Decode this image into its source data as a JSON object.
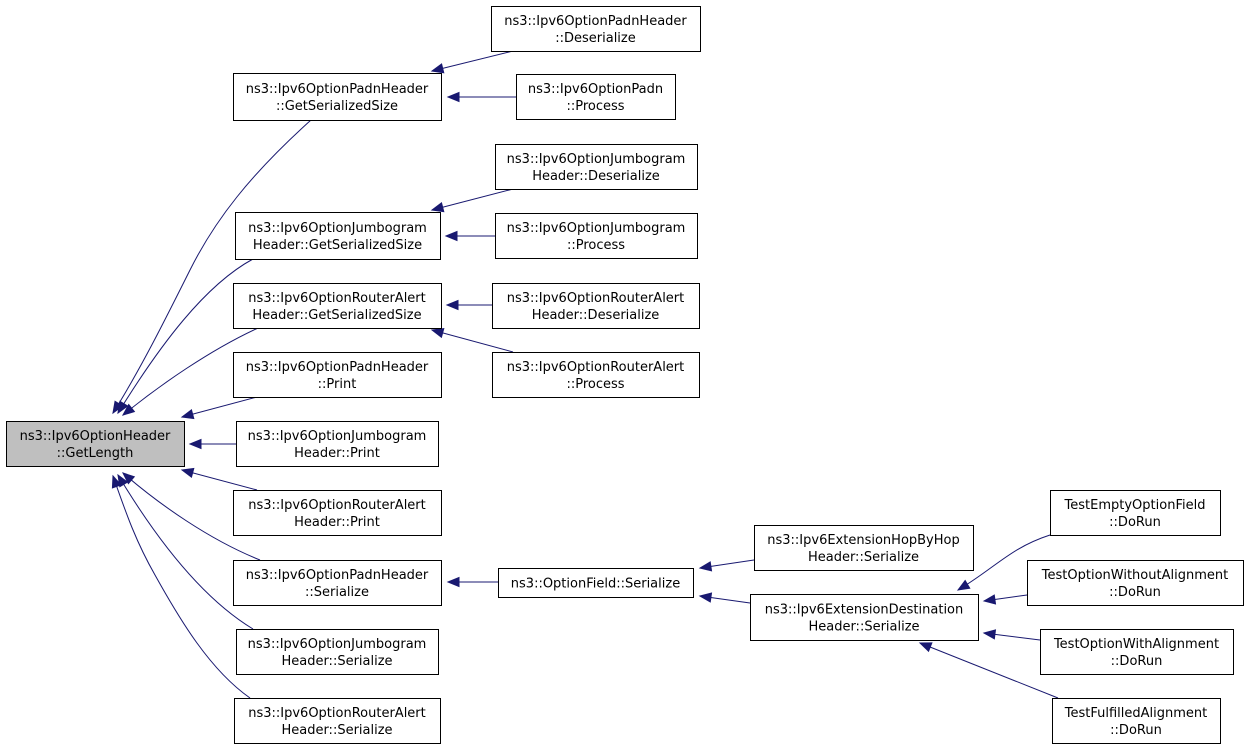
{
  "diagram": {
    "nodes": [
      {
        "id": "root",
        "lines": [
          "ns3::Ipv6OptionHeader",
          "::GetLength"
        ],
        "highlighted": true
      },
      {
        "id": "padn_gss",
        "lines": [
          "ns3::Ipv6OptionPadnHeader",
          "::GetSerializedSize"
        ]
      },
      {
        "id": "padn_deser",
        "lines": [
          "ns3::Ipv6OptionPadnHeader",
          "::Deserialize"
        ]
      },
      {
        "id": "padn_process",
        "lines": [
          "ns3::Ipv6OptionPadn",
          "::Process"
        ]
      },
      {
        "id": "jumbo_deser",
        "lines": [
          "ns3::Ipv6OptionJumbogram",
          "Header::Deserialize"
        ]
      },
      {
        "id": "jumbo_gss",
        "lines": [
          "ns3::Ipv6OptionJumbogram",
          "Header::GetSerializedSize"
        ]
      },
      {
        "id": "jumbo_process",
        "lines": [
          "ns3::Ipv6OptionJumbogram",
          "::Process"
        ]
      },
      {
        "id": "ra_gss",
        "lines": [
          "ns3::Ipv6OptionRouterAlert",
          "Header::GetSerializedSize"
        ]
      },
      {
        "id": "ra_deser",
        "lines": [
          "ns3::Ipv6OptionRouterAlert",
          "Header::Deserialize"
        ]
      },
      {
        "id": "ra_process",
        "lines": [
          "ns3::Ipv6OptionRouterAlert",
          "::Process"
        ]
      },
      {
        "id": "padn_print",
        "lines": [
          "ns3::Ipv6OptionPadnHeader",
          "::Print"
        ]
      },
      {
        "id": "jumbo_print",
        "lines": [
          "ns3::Ipv6OptionJumbogram",
          "Header::Print"
        ]
      },
      {
        "id": "ra_print",
        "lines": [
          "ns3::Ipv6OptionRouterAlert",
          "Header::Print"
        ]
      },
      {
        "id": "padn_ser",
        "lines": [
          "ns3::Ipv6OptionPadnHeader",
          "::Serialize"
        ]
      },
      {
        "id": "jumbo_ser",
        "lines": [
          "ns3::Ipv6OptionJumbogram",
          "Header::Serialize"
        ]
      },
      {
        "id": "ra_ser",
        "lines": [
          "ns3::Ipv6OptionRouterAlert",
          "Header::Serialize"
        ]
      },
      {
        "id": "optfield_ser",
        "lines": [
          "ns3::OptionField::Serialize"
        ]
      },
      {
        "id": "hop_ser",
        "lines": [
          "ns3::Ipv6ExtensionHopByHop",
          "Header::Serialize"
        ]
      },
      {
        "id": "dest_ser",
        "lines": [
          "ns3::Ipv6ExtensionDestination",
          "Header::Serialize"
        ]
      },
      {
        "id": "t_empty",
        "lines": [
          "TestEmptyOptionField",
          "::DoRun"
        ]
      },
      {
        "id": "t_without",
        "lines": [
          "TestOptionWithoutAlignment",
          "::DoRun"
        ]
      },
      {
        "id": "t_with",
        "lines": [
          "TestOptionWithAlignment",
          "::DoRun"
        ]
      },
      {
        "id": "t_fulfilled",
        "lines": [
          "TestFulfilledAlignment",
          "::DoRun"
        ]
      }
    ],
    "edges": [
      {
        "from": "padn_deser",
        "to": "padn_gss"
      },
      {
        "from": "padn_process",
        "to": "padn_gss"
      },
      {
        "from": "jumbo_deser",
        "to": "jumbo_gss"
      },
      {
        "from": "jumbo_process",
        "to": "jumbo_gss"
      },
      {
        "from": "ra_deser",
        "to": "ra_gss"
      },
      {
        "from": "ra_process",
        "to": "ra_gss"
      },
      {
        "from": "padn_gss",
        "to": "root"
      },
      {
        "from": "jumbo_gss",
        "to": "root"
      },
      {
        "from": "ra_gss",
        "to": "root"
      },
      {
        "from": "padn_print",
        "to": "root"
      },
      {
        "from": "jumbo_print",
        "to": "root"
      },
      {
        "from": "ra_print",
        "to": "root"
      },
      {
        "from": "padn_ser",
        "to": "root"
      },
      {
        "from": "jumbo_ser",
        "to": "root"
      },
      {
        "from": "ra_ser",
        "to": "root"
      },
      {
        "from": "optfield_ser",
        "to": "padn_ser"
      },
      {
        "from": "hop_ser",
        "to": "optfield_ser"
      },
      {
        "from": "dest_ser",
        "to": "optfield_ser"
      },
      {
        "from": "t_empty",
        "to": "dest_ser"
      },
      {
        "from": "t_without",
        "to": "dest_ser"
      },
      {
        "from": "t_with",
        "to": "dest_ser"
      },
      {
        "from": "t_fulfilled",
        "to": "dest_ser"
      }
    ]
  },
  "colors": {
    "edge": "#191970",
    "root_fill": "#bfbfbf",
    "node_fill": "#ffffff",
    "node_stroke": "#000000"
  }
}
